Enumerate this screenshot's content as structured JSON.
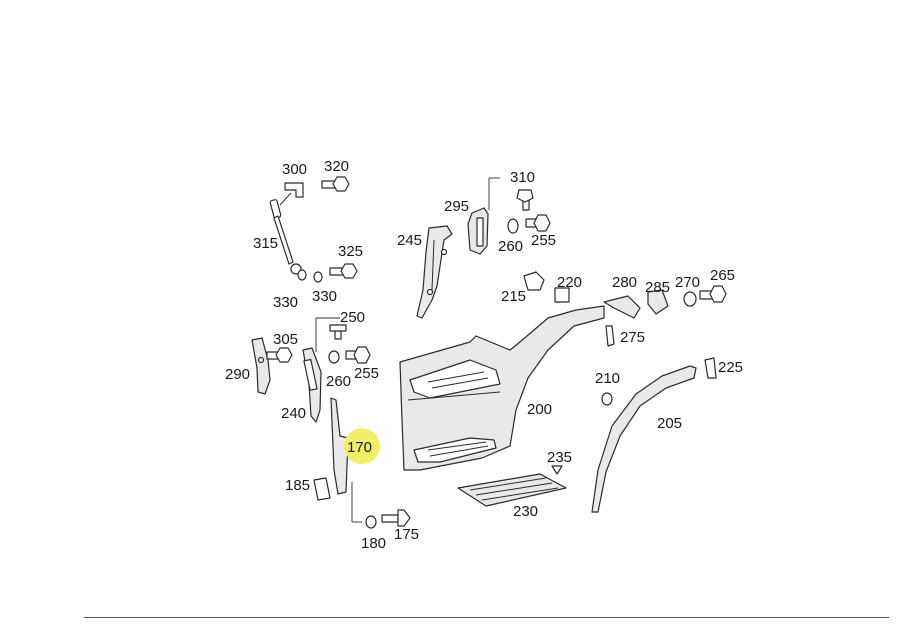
{
  "diagram": {
    "highlight_color": "#f2ee66",
    "highlighted_part": "170",
    "labels": {
      "p300": "300",
      "p320": "320",
      "p310": "310",
      "p295": "295",
      "p315": "315",
      "p245": "245",
      "p260a": "260",
      "p255a": "255",
      "p325": "325",
      "p330a": "330",
      "p330b": "330",
      "p220": "220",
      "p280": "280",
      "p285": "285",
      "p270": "270",
      "p265": "265",
      "p215": "215",
      "p250": "250",
      "p305": "305",
      "p275": "275",
      "p290": "290",
      "p260b": "260",
      "p255b": "255",
      "p225": "225",
      "p210": "210",
      "p240": "240",
      "p200": "200",
      "p170": "170",
      "p205": "205",
      "p235": "235",
      "p185": "185",
      "p230": "230",
      "p175": "175",
      "p180": "180"
    }
  }
}
